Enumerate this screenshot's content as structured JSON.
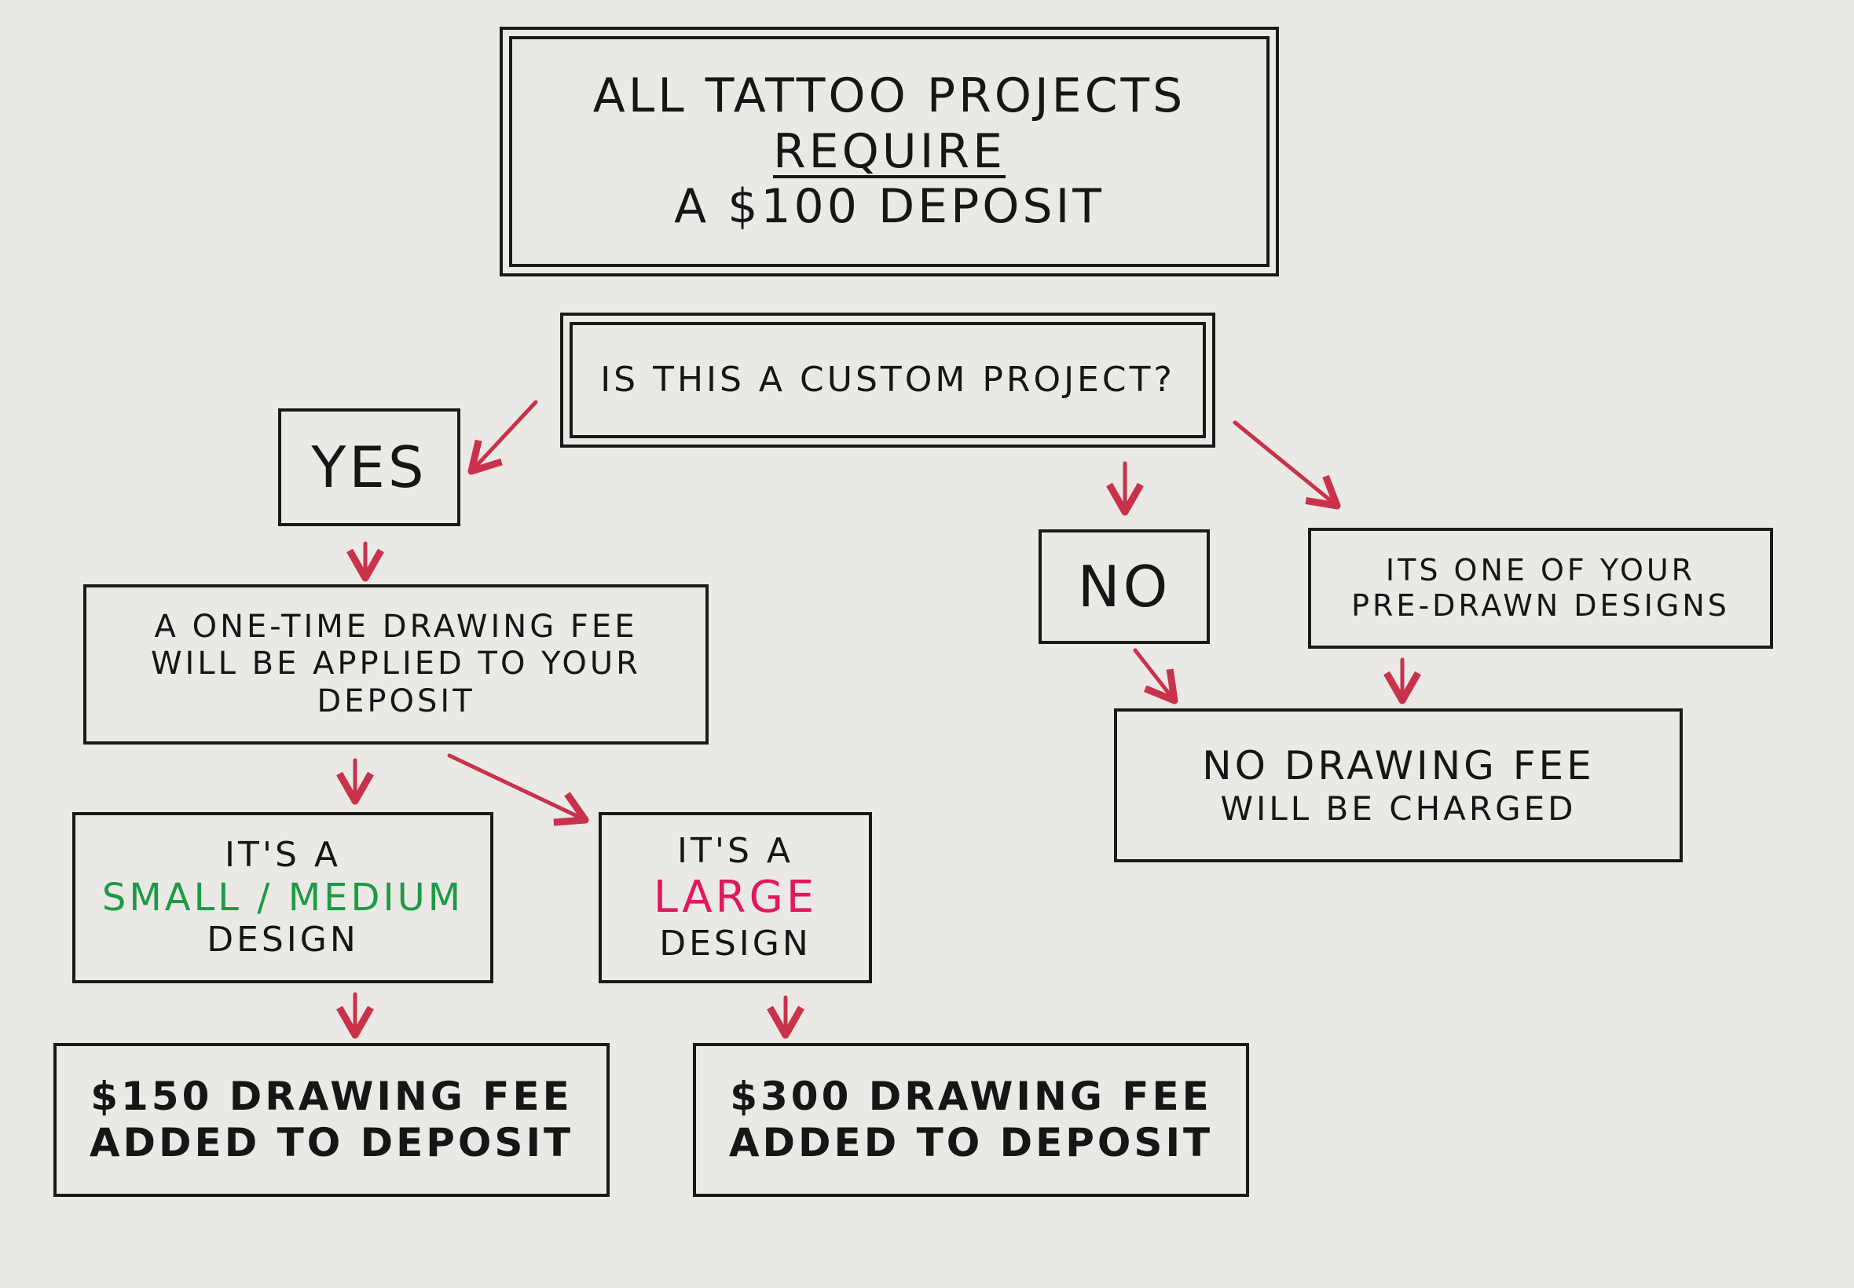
{
  "header": {
    "line1": "All Tattoo Projects",
    "line2": "Require",
    "line3": "A $100 Deposit"
  },
  "question": {
    "text": "Is this a custom project?"
  },
  "yes": {
    "text": "Yes"
  },
  "no": {
    "text": "No"
  },
  "predrawn": {
    "line1": "Its one of your",
    "line2": "pre-drawn designs"
  },
  "fee_notice": {
    "line1": "A one-time drawing fee",
    "line2": "will be applied to your",
    "line3": "deposit"
  },
  "no_fee": {
    "line1": "No drawing fee",
    "line2": "will be charged"
  },
  "small": {
    "line1": "It's a",
    "size": "Small / Medium",
    "line3": "Design"
  },
  "large": {
    "line1": "It's a",
    "size": "Large",
    "line3": "Design"
  },
  "fee150": {
    "line1": "$150 Drawing Fee",
    "line2": "Added to Deposit"
  },
  "fee300": {
    "line1": "$300 Drawing Fee",
    "line2": "Added to Deposit"
  },
  "colors": {
    "arrow": "#c8324a",
    "small_medium": "#1e9a45",
    "large": "#e0185e",
    "ink": "#1a1a1a",
    "paper": "#ebe9e6"
  }
}
